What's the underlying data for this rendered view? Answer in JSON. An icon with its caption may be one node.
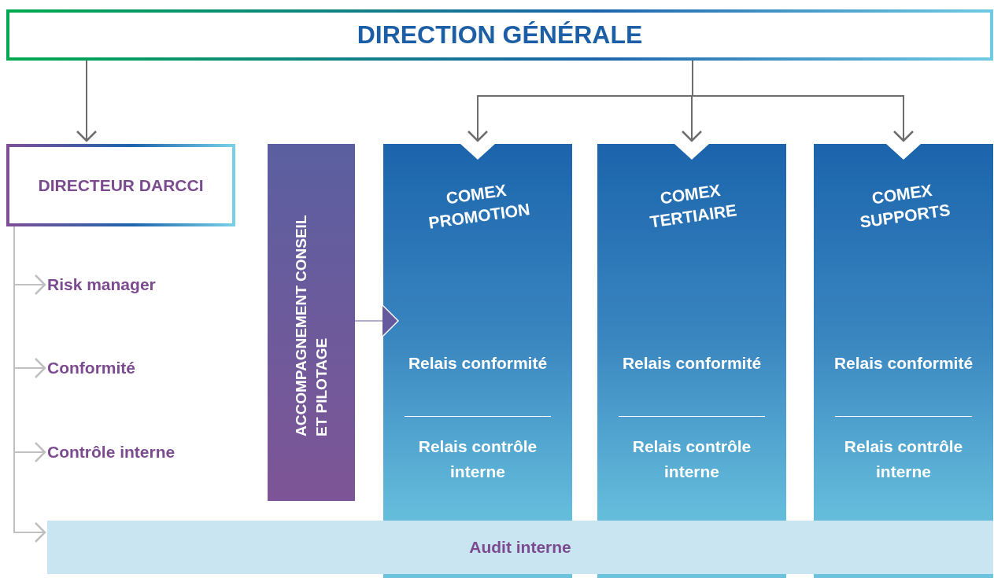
{
  "diagram": {
    "nodes": [
      {
        "text": [
          "DIRECTION GÉNÉRALE"
        ]
      },
      {
        "text": [
          "DIRECTEUR DARCCI"
        ]
      },
      {
        "text": [
          "Risk manager"
        ]
      },
      {
        "text": [
          "Conformité"
        ]
      },
      {
        "text": [
          "Contrôle interne"
        ]
      },
      {
        "text": [
          "Audit interne"
        ]
      },
      {
        "text": [
          "ACCOMPAGNEMENT CONSEIL ET PILOTAGE"
        ]
      },
      {
        "text": [
          "COMEX PROMOTION",
          "Relais conformité",
          "Relais contrôle interne"
        ]
      },
      {
        "text": [
          "COMEX TERTIAIRE",
          "Relais conformité",
          "Relais contrôle interne"
        ]
      },
      {
        "text": [
          "COMEX SUPPORTS",
          "Relais conformité",
          "Relais contrôle interne"
        ]
      }
    ],
    "edges": [
      {
        "from": 0,
        "to": 1,
        "arrow": "to"
      },
      {
        "from": 0,
        "to": 7,
        "arrow": "to"
      },
      {
        "from": 0,
        "to": 8,
        "arrow": "to"
      },
      {
        "from": 0,
        "to": 9,
        "arrow": "to"
      },
      {
        "from": 1,
        "to": 2,
        "arrow": "to",
        "color": "#c0c0c2"
      },
      {
        "from": 1,
        "to": 3,
        "arrow": "to",
        "color": "#c0c0c2"
      },
      {
        "from": 1,
        "to": 4,
        "arrow": "to",
        "color": "#c0c0c2"
      },
      {
        "from": 1,
        "to": 5,
        "arrow": "to",
        "color": "#c0c0c2"
      },
      {
        "from": 6,
        "to": 7,
        "arrow": "to",
        "color": "#655a9d"
      }
    ]
  }
}
